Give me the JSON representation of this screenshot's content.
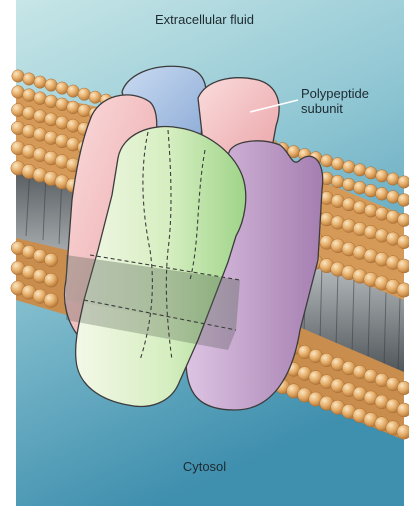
{
  "labels": {
    "extracellular": "Extracellular fluid",
    "cytosol": "Cytosol",
    "polypeptide_line1": "Polypeptide",
    "polypeptide_line2": "subunit"
  },
  "colors": {
    "bg_top": "#bfe1e4",
    "bg_bottom": "#4f9cb4",
    "lipid_head": "#e0a760",
    "lipid_head_light": "#f7dbb0",
    "lipid_tail": "#6f7478",
    "subunit_pink": "#f4c1c2",
    "subunit_blue": "#a9c2e4",
    "subunit_green": "#c9e7b1",
    "subunit_purple": "#c7a4cf"
  }
}
